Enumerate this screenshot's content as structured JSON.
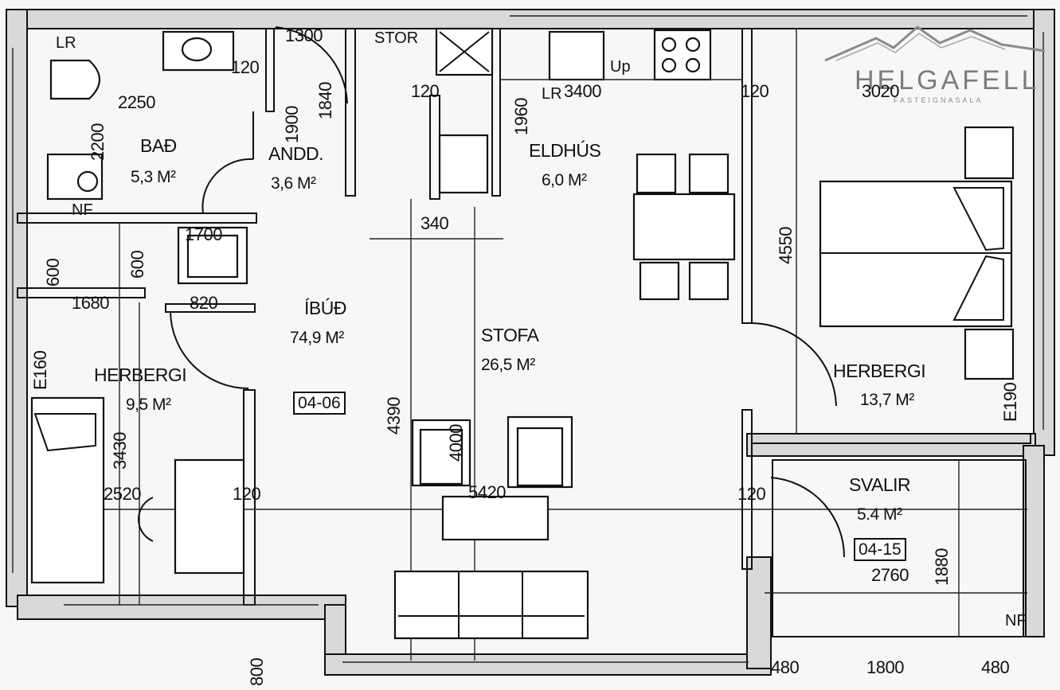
{
  "brand": {
    "name": "HELGAFELL",
    "tagline": "FASTEIGNASALA"
  },
  "apartment": {
    "label": "ÍBÚÐ",
    "area": "74,9 M²",
    "unit_id": "04-06"
  },
  "rooms": {
    "bathroom": {
      "name": "BAÐ",
      "area": "5,3 M²"
    },
    "hall": {
      "name": "ANDD.",
      "area": "3,6 M²"
    },
    "kitchen": {
      "name": "ELDHÚS",
      "area": "6,0 M²"
    },
    "living": {
      "name": "STOFA",
      "area": "26,5 M²"
    },
    "bedroom_left": {
      "name": "HERBERGI",
      "area": "9,5 M²"
    },
    "bedroom_right": {
      "name": "HERBERGI",
      "area": "13,7 M²"
    },
    "balcony": {
      "name": "SVALIR",
      "area": "5.4 M²",
      "unit_id": "04-15"
    }
  },
  "fixtures": {
    "bath_lr": "LR",
    "kitchen_lr": "LR",
    "nf_bath": "NF",
    "nf_balcony": "NF",
    "up": "Up",
    "stor": "STOR"
  },
  "dimensions": {
    "d1300": "1300",
    "d2250": "2250",
    "d2200": "2200",
    "d1900": "1900",
    "d1840": "1840",
    "d1960": "1960",
    "d3400": "3400",
    "d3020": "3020",
    "d340": "340",
    "d4550": "4550",
    "d1700": "1700",
    "d600a": "600",
    "d600b": "600",
    "d1680": "1680",
    "d820": "820",
    "e160": "E160",
    "e190": "E190",
    "d4390": "4390",
    "d4000": "4000",
    "d3430": "3430",
    "d2520": "2520",
    "d5420": "5420",
    "d1880": "1880",
    "d2760": "2760",
    "d480a": "480",
    "d1800": "1800",
    "d480b": "480",
    "d800": "800",
    "d120a": "120",
    "d120b": "120",
    "d120c": "120",
    "d120d": "120",
    "d120e": "120"
  }
}
